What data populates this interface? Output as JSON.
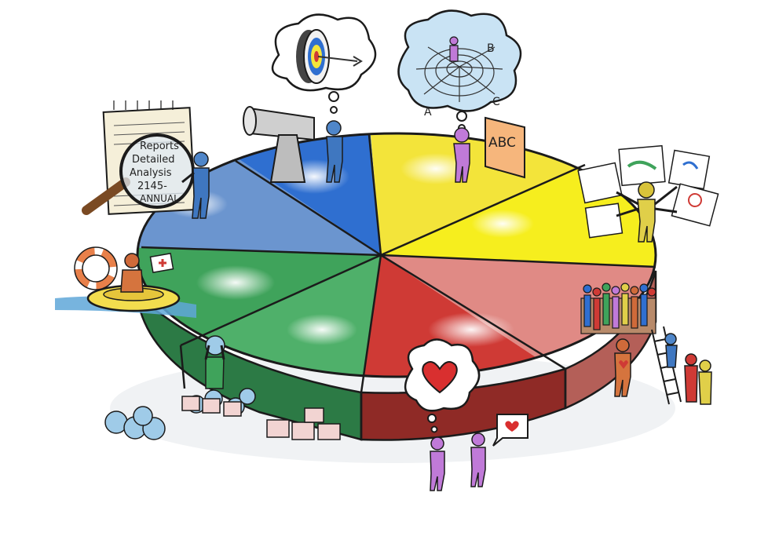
{
  "illustration": {
    "style": "hand-drawn marker sketch",
    "chart": {
      "type": "pie",
      "segments": 8,
      "colors": {
        "blue": "#5a8fd6",
        "dark_blue": "#2f6fd0",
        "yellow": "#f3e43a",
        "bright_yellow": "#f6ee1e",
        "salmon": "#e08a85",
        "red": "#cf3a35",
        "green": "#3fa35b",
        "light_green": "#4fb06a",
        "blue_slate": "#6b95cf"
      }
    },
    "notepad": {
      "lines": [
        "Reports",
        "Detailed",
        "Analysis",
        "2145-",
        "ANNUAL"
      ]
    },
    "web_thought": {
      "labels": [
        "A",
        "B",
        "C"
      ]
    },
    "sign": {
      "text": "ABC"
    },
    "icons": [
      "notepad-icon",
      "magnifier-icon",
      "telescope-icon",
      "target-icon",
      "web-icon",
      "easel-icon",
      "palette-icon",
      "life-ring-icon",
      "raft-icon",
      "first-aid-icon",
      "crowd-icon",
      "ladder-icon",
      "heart-icon",
      "balls-icon",
      "boxes-icon"
    ]
  }
}
